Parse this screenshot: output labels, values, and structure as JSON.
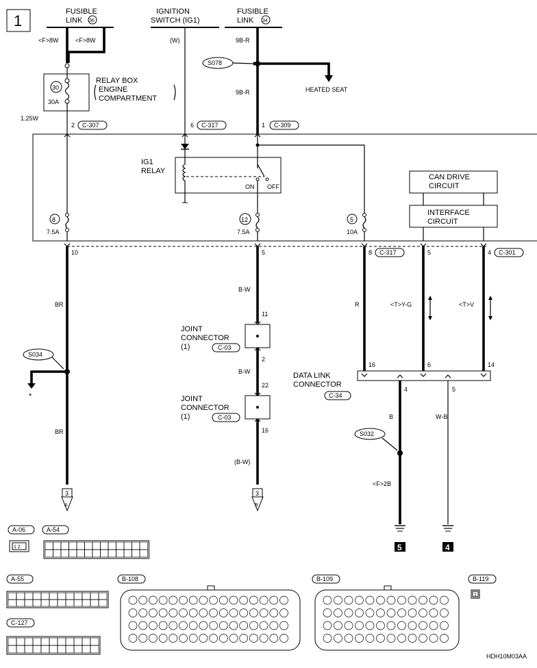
{
  "diagram": {
    "page_number": "1",
    "sources": {
      "fusible_36": {
        "line1": "FUSIBLE",
        "line2": "LINK",
        "num": "36"
      },
      "ignition": {
        "line1": "IGNITION",
        "line2": "SWITCH (IG1)"
      },
      "fusible_34": {
        "line1": "FUSIBLE",
        "line2": "LINK",
        "num": "34"
      }
    },
    "wires": {
      "f8w_left": "<F>8W",
      "f8w_right": "<F>8W",
      "w": "(W)",
      "r9b_top": "9B-R",
      "r9b_mid": "9B-R",
      "w125": "1.25W",
      "br_top": "BR",
      "br_bottom": "BR",
      "bw_1": "B-W",
      "bw_2": "B-W",
      "bw_3": "(B-W)",
      "r": "R",
      "yg": "<T>Y-G",
      "v": "<T>V",
      "b": "B",
      "wb": "W-B",
      "f2b": "<F>2B"
    },
    "relay_box": {
      "num": "30",
      "amp": "30A",
      "line1": "RELAY BOX",
      "line2": "ENGINE",
      "line3": "COMPARTMENT"
    },
    "splices": {
      "s078": "S078",
      "s034": "S034",
      "s032": "S032"
    },
    "heated_seat": "HEATED SEAT",
    "pins": {
      "p2": "2",
      "c307": "C-307",
      "p6": "6",
      "c317_top": "C-317",
      "p1": "1",
      "c309": "C-309",
      "p10": "10",
      "p5": "5",
      "p8": "8",
      "c317_bot": "C-317",
      "p5b": "5",
      "p4": "4",
      "c301": "C-301",
      "p11": "11",
      "p2b": "2",
      "p22": "22",
      "p16": "16",
      "p16dlc": "16",
      "p6dlc": "6",
      "p14dlc": "14",
      "p4dlc": "4",
      "p5dlc": "5"
    },
    "fuses": {
      "f8": "8",
      "f8_amp": "7.5A",
      "f12": "12",
      "f12_amp": "7.5A",
      "f5": "5",
      "f5_amp": "10A"
    },
    "ig1_relay": {
      "line1": "IG1",
      "line2": "RELAY",
      "on": "ON",
      "off": "OFF"
    },
    "can_drive": {
      "line1": "CAN DRIVE",
      "line2": "CIRCUIT"
    },
    "interface": {
      "line1": "INTERFACE",
      "line2": "CIRCUIT"
    },
    "joint1": {
      "line1": "JOINT",
      "line2": "CONNECTOR",
      "line3": "(1)",
      "code": "C-03"
    },
    "joint2": {
      "line1": "JOINT",
      "line2": "CONNECTOR",
      "line3": "(1)",
      "code": "C-03"
    },
    "dlc": {
      "line1": "DATA LINK",
      "line2": "CONNECTOR",
      "code": "C-34"
    },
    "asterisk": "*",
    "refs": {
      "left": "3",
      "left_letter": "A",
      "mid": "3",
      "mid_letter": "B"
    },
    "grounds": {
      "g5": "5",
      "g4": "4"
    },
    "connectors": {
      "a06": "A-06",
      "a06_pins": "1 2",
      "a54": "A-54",
      "a55": "A-55",
      "c127": "C-127",
      "b108": "B-108",
      "b109": "B-109",
      "b119": "B-119",
      "b119_pin": "1"
    },
    "code": "HDH10M03AA"
  }
}
